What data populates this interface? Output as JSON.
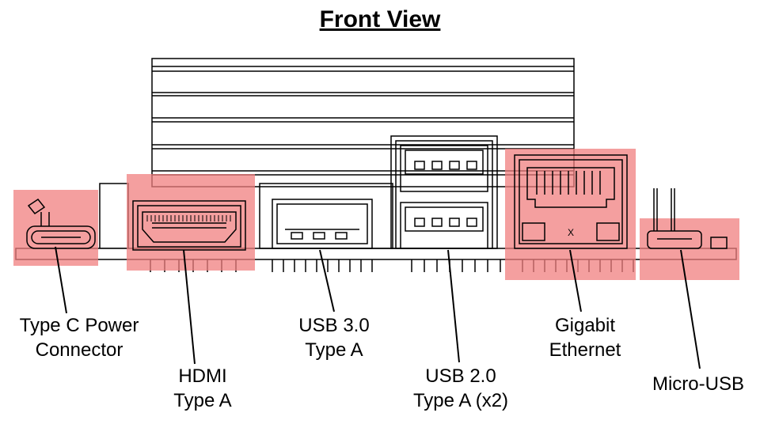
{
  "title": "Front View",
  "highlight_color": "#f07f7f",
  "connectors": [
    {
      "id": "usbc",
      "lines": [
        "Type C Power",
        "Connector"
      ]
    },
    {
      "id": "hdmi",
      "lines": [
        "HDMI",
        "Type A"
      ]
    },
    {
      "id": "usb3",
      "lines": [
        "USB 3.0",
        "Type A"
      ]
    },
    {
      "id": "usb2",
      "lines": [
        "USB 2.0",
        "Type A (x2)"
      ]
    },
    {
      "id": "eth",
      "lines": [
        "Gigabit",
        "Ethernet"
      ]
    },
    {
      "id": "micro",
      "lines": [
        "Micro-USB"
      ]
    }
  ],
  "ethernet_mark": "X"
}
